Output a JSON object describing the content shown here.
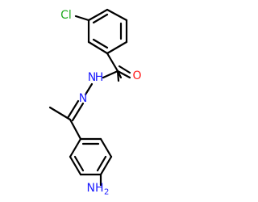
{
  "molecule": {
    "atoms": {
      "chlorine": "Cl",
      "hydrazide_nh_n": "N",
      "hydrazide_nh_h": "H",
      "imine_n": "N",
      "carbonyl_o": "O",
      "amine_n": "NH",
      "amine_subscript": "2"
    },
    "colors": {
      "bond": "#000000",
      "chlorine": "#1faa1f",
      "nitrogen": "#1a1aff",
      "oxygen": "#ff1a1a"
    }
  }
}
